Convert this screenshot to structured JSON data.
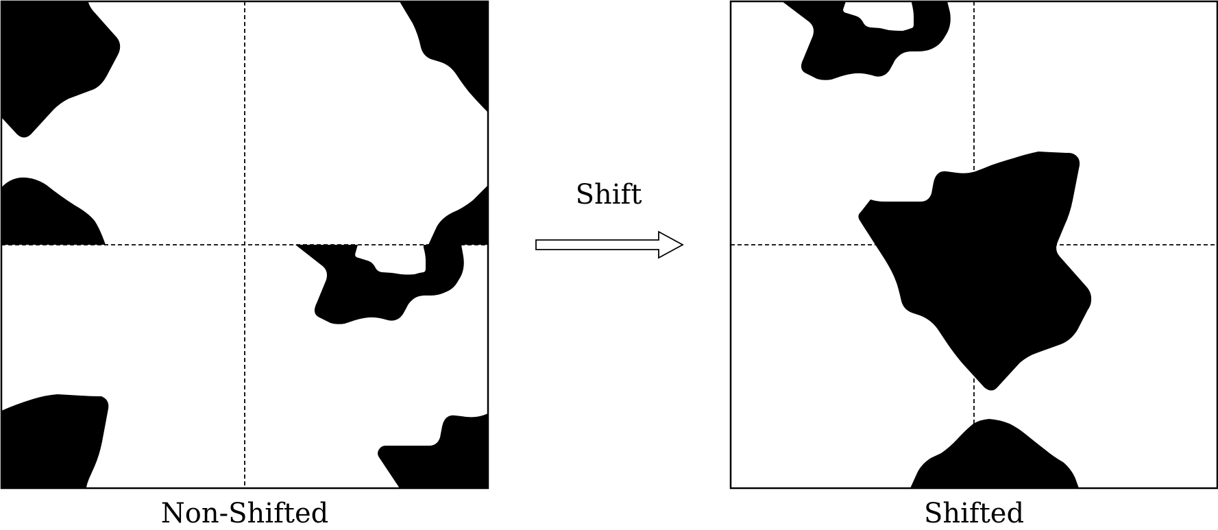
{
  "left_panel": {
    "caption": "Non-Shifted"
  },
  "right_panel": {
    "caption": "Shifted"
  },
  "arrow": {
    "label": "Shift"
  }
}
